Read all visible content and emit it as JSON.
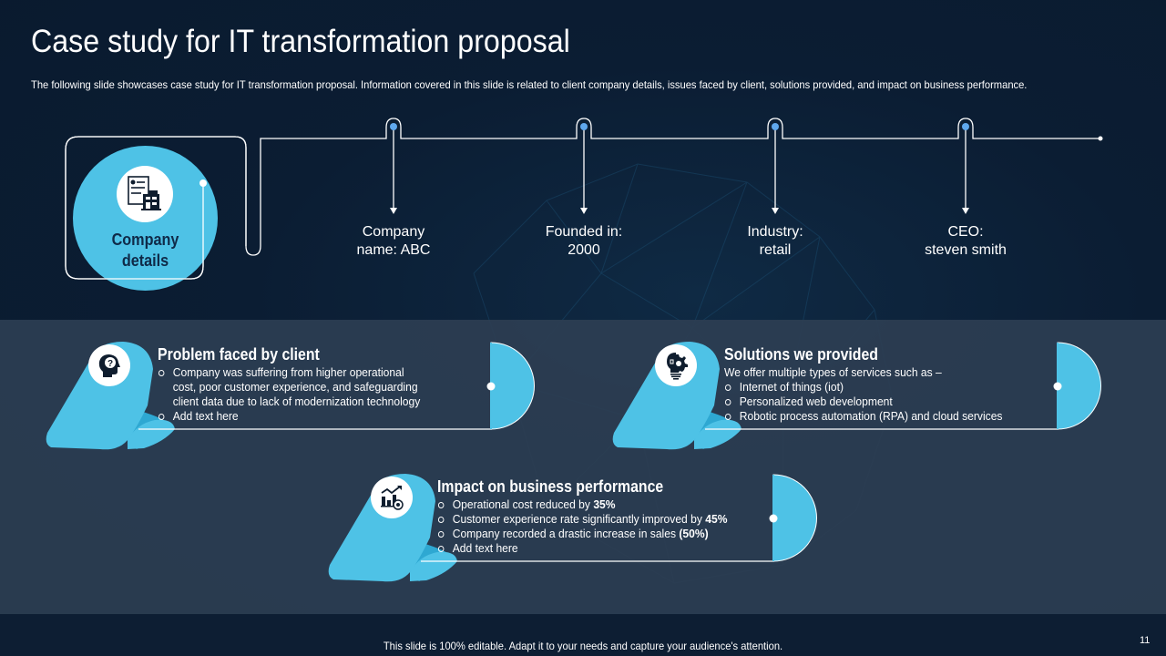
{
  "slide": {
    "title": "Case study for IT transformation proposal",
    "subtitle": "The following slide showcases case study for IT transformation proposal. Information covered in this slide is related to client company details, issues faced by client, solutions provided, and impact on business performance.",
    "page_number": "11",
    "footer": "This slide is 100% editable. Adapt it to your needs and capture your audience's attention."
  },
  "company": {
    "label_line1": "Company",
    "label_line2": "details",
    "icon": "company-document-building-icon",
    "details": [
      {
        "line1": "Company",
        "line2": "name: ABC"
      },
      {
        "line1": "Founded in:",
        "line2": "2000"
      },
      {
        "line1": "Industry:",
        "line2": "retail"
      },
      {
        "line1": "CEO:",
        "line2": "steven smith"
      }
    ]
  },
  "cards": {
    "problem": {
      "title": "Problem faced by client",
      "icon": "head-question-icon",
      "items": [
        "Company was suffering  from higher operational",
        "Add text here"
      ],
      "item0_cont1": "cost, poor customer experience,  and safeguarding",
      "item0_cont2": "client data due to lack of modernization  technology"
    },
    "solutions": {
      "title": "Solutions we provided",
      "icon": "lightbulb-gear-icon",
      "intro": "We offer  multiple types of services  such as –",
      "items": [
        "Internet  of things (iot)",
        "Personalized  web development",
        "Robotic process  automation  (RPA)  and cloud  services"
      ]
    },
    "impact": {
      "title": "Impact on business performance",
      "icon": "chart-growth-badge-icon",
      "items": [
        {
          "text": "Operational  cost reduced  by ",
          "bold": "35%"
        },
        {
          "text": "Customer  experience  rate significantly  improved  by ",
          "bold": "45%"
        },
        {
          "text": "Company  recorded  a drastic  increase  in sales ",
          "bold": "(50%)"
        },
        {
          "text": "Add text here",
          "bold": ""
        }
      ]
    }
  },
  "colors": {
    "background": "#0b1d33",
    "accent": "#4ec2e6",
    "accent_dark": "#2ea8d2",
    "band": "#2c3e52",
    "node_dot": "#5fa8ee",
    "label_dark": "#0f2a48"
  }
}
